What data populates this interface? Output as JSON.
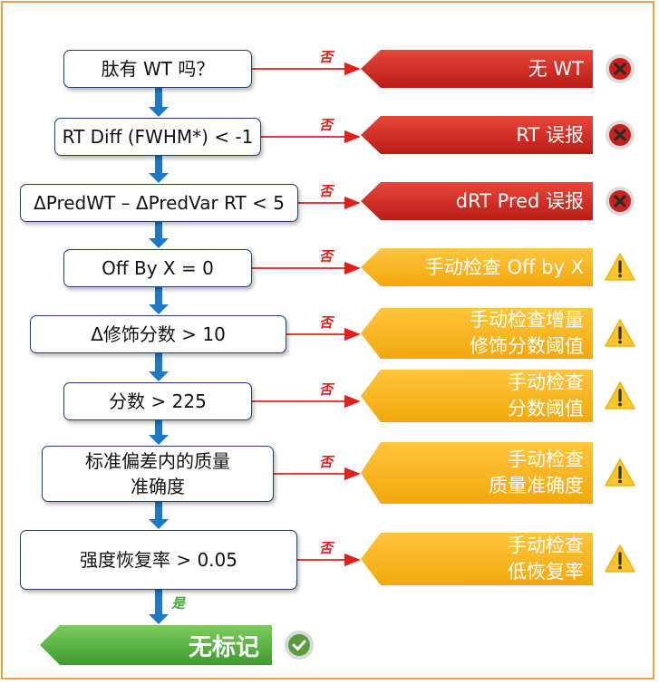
{
  "no_label": "否",
  "yes_label": "是",
  "colors": {
    "red": "#d22d24",
    "yellow": "#f7b81f",
    "green": "#5cb548",
    "blue": "#1b79c8",
    "border": "#f0a044"
  },
  "steps": [
    {
      "condition": [
        "肽有 WT 吗？"
      ],
      "outcome": [
        "无 WT"
      ],
      "severity": "red",
      "icon": "x-circle-icon"
    },
    {
      "condition": [
        "RT Diff (FWHM*) < -1"
      ],
      "outcome": [
        "RT 误报"
      ],
      "severity": "red",
      "icon": "x-circle-icon"
    },
    {
      "condition": [
        "ΔPredWT – ΔPredVar RT < 5"
      ],
      "outcome": [
        "dRT Pred 误报"
      ],
      "severity": "red",
      "icon": "x-circle-icon"
    },
    {
      "condition": [
        "Off By X = 0"
      ],
      "outcome": [
        "手动检查 Off by X"
      ],
      "severity": "yellow",
      "icon": "warning-icon"
    },
    {
      "condition": [
        "Δ修饰分数 > 10"
      ],
      "outcome": [
        "手动检查增量",
        "修饰分数阈值"
      ],
      "severity": "yellow",
      "icon": "warning-icon"
    },
    {
      "condition": [
        "分数 > 225"
      ],
      "outcome": [
        "手动检查",
        "分数阈值"
      ],
      "severity": "yellow",
      "icon": "warning-icon"
    },
    {
      "condition": [
        "标准偏差内的质量",
        "准确度"
      ],
      "outcome": [
        "手动检查",
        "质量准确度"
      ],
      "severity": "yellow",
      "icon": "warning-icon"
    },
    {
      "condition": [
        "强度恢复率 > 0.05"
      ],
      "outcome": [
        "手动检查",
        "低恢复率"
      ],
      "severity": "yellow",
      "icon": "warning-icon"
    }
  ],
  "final": {
    "label": "无标记",
    "icon": "check-circle-icon"
  }
}
